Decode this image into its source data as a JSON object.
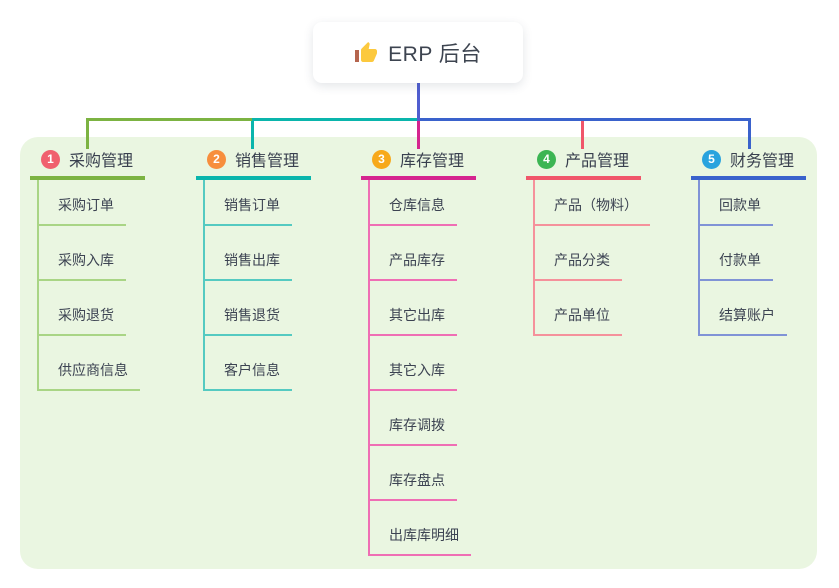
{
  "root": {
    "title": "ERP 后台",
    "icon": "thumbs-up-icon",
    "colors": {
      "line": "#505ed0"
    }
  },
  "canvas": {
    "background": "#eaf6e1"
  },
  "branches": [
    {
      "index": "1",
      "label": "采购管理",
      "colors": {
        "main": "#7cb342",
        "light": "#a9d585",
        "badge": "#f0606e"
      },
      "children": [
        {
          "label": "采购订单"
        },
        {
          "label": "采购入库"
        },
        {
          "label": "采购退货"
        },
        {
          "label": "供应商信息"
        }
      ]
    },
    {
      "index": "2",
      "label": "销售管理",
      "colors": {
        "main": "#0ab5ac",
        "light": "#55cac1",
        "badge": "#f78e3d"
      },
      "children": [
        {
          "label": "销售订单"
        },
        {
          "label": "销售出库"
        },
        {
          "label": "销售退货"
        },
        {
          "label": "客户信息"
        }
      ]
    },
    {
      "index": "3",
      "label": "库存管理",
      "colors": {
        "main": "#d5258f",
        "light": "#ef6eb4",
        "badge": "#f7a91b"
      },
      "children": [
        {
          "label": "仓库信息"
        },
        {
          "label": "产品库存"
        },
        {
          "label": "其它出库"
        },
        {
          "label": "其它入库"
        },
        {
          "label": "库存调拨"
        },
        {
          "label": "库存盘点"
        },
        {
          "label": "出库库明细"
        }
      ]
    },
    {
      "index": "4",
      "label": "产品管理",
      "colors": {
        "main": "#f0566a",
        "light": "#f5919b",
        "badge": "#3cb553"
      },
      "children": [
        {
          "label": "产品（物料）"
        },
        {
          "label": "产品分类"
        },
        {
          "label": "产品单位"
        }
      ]
    },
    {
      "index": "5",
      "label": "财务管理",
      "colors": {
        "main": "#3a62cc",
        "light": "#8093d6",
        "badge": "#29a3de"
      },
      "children": [
        {
          "label": "回款单"
        },
        {
          "label": "付款单"
        },
        {
          "label": "结算账户"
        }
      ]
    }
  ]
}
